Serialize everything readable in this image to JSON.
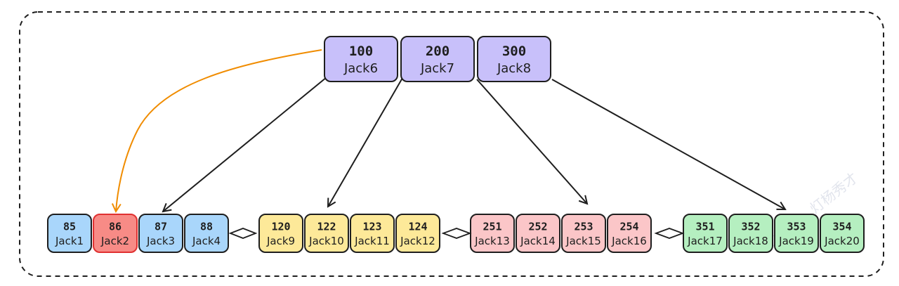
{
  "diagram": {
    "root": {
      "keys": [
        {
          "key": "100",
          "name": "Jack6"
        },
        {
          "key": "200",
          "name": "Jack7"
        },
        {
          "key": "300",
          "name": "Jack8"
        }
      ]
    },
    "leaves": [
      {
        "color": "#a9d6fb",
        "cells": [
          {
            "key": "85",
            "name": "Jack1"
          },
          {
            "key": "86",
            "name": "Jack2",
            "highlight": true,
            "color": "#f78b86"
          },
          {
            "key": "87",
            "name": "Jack3"
          },
          {
            "key": "88",
            "name": "Jack4"
          }
        ]
      },
      {
        "color": "#fde999",
        "cells": [
          {
            "key": "120",
            "name": "Jack9"
          },
          {
            "key": "122",
            "name": "Jack10"
          },
          {
            "key": "123",
            "name": "Jack11"
          },
          {
            "key": "124",
            "name": "Jack12"
          }
        ]
      },
      {
        "color": "#fbc6c8",
        "cells": [
          {
            "key": "251",
            "name": "Jack13"
          },
          {
            "key": "252",
            "name": "Jack14"
          },
          {
            "key": "253",
            "name": "Jack15"
          },
          {
            "key": "254",
            "name": "Jack16"
          }
        ]
      },
      {
        "color": "#b5efc0",
        "cells": [
          {
            "key": "351",
            "name": "Jack17"
          },
          {
            "key": "352",
            "name": "Jack18"
          },
          {
            "key": "353",
            "name": "Jack19"
          },
          {
            "key": "354",
            "name": "Jack20"
          }
        ]
      }
    ],
    "colors": {
      "root_fill": "#c8c0fa",
      "stroke": "#1e1e1e",
      "highlight_arrow": "#f08c00",
      "frame": "#1e1e1e"
    },
    "watermark": "公众号：灯杨秀才"
  }
}
